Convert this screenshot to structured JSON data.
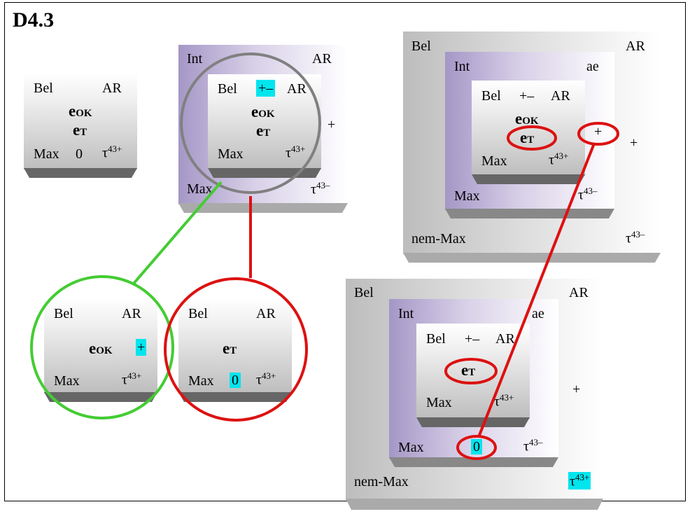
{
  "title": "D4.3",
  "labels": {
    "bel": "Bel",
    "ar": "AR",
    "int": "Int",
    "ae": "ae",
    "max": "Max",
    "nem_max": "nem-Max",
    "eok": "e",
    "eok_sub": "OK",
    "et": "e",
    "et_sub": "T",
    "zero": "0",
    "plus": "+",
    "plusminus": "+–",
    "tau": "τ",
    "tau_plus": "43+",
    "tau_minus": "43–"
  },
  "colors": {
    "highlight": "#00e5ee",
    "red": "#dd1111",
    "green": "#44cc33",
    "gray": "#808080",
    "purple": "#a597c6"
  }
}
